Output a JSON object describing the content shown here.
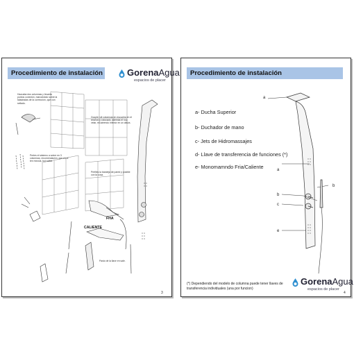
{
  "left_page": {
    "title": "Procedimiento de instalación",
    "logo": {
      "brand_a": "Gorena",
      "brand_b": "Agua",
      "tagline": "espacios de placer"
    },
    "notes": [
      "Hazcaba dos columnas y levanta puntos conexión, marcándolo sobre la taladradas de la corrección, que con sellado.",
      "Gocple roll columnas en escuchia en el reservo y colocado, además el nov, velar, recubrendo inferior en un altura.",
      "Pertes el sistemo a sobre en 3 columnas, recomendación, que en el ten mezcla, bot soltar.",
      "Perfiles la bandeja de pared y posible con la cosa.",
      "Pasto de la llave en sale."
    ],
    "label_fha": "FHA",
    "label_caliente": "CALIENTE",
    "page_number": "3"
  },
  "right_page": {
    "title": "Procedimiento de instalación",
    "items": [
      "a- Ducha Superior",
      "b- Duchador de mano",
      "c- Jets de Hidromassajes",
      "d- Llave de transferencia de funciones (*)",
      "e- Monomamndo Fria/Caliente"
    ],
    "callouts": [
      "a",
      "a",
      "b",
      "c",
      "b",
      "e"
    ],
    "footnote": "(*) Dependiendo del modelo de columna puede tener llaves de transferencia individuales (una por funcion)",
    "logo": {
      "brand_a": "Gorena",
      "brand_b": "Agua",
      "tagline": "espacios de placer"
    },
    "page_number": "4"
  },
  "colors": {
    "banner": "#a9c4e6",
    "logo_drop": "#2f8fd0"
  }
}
